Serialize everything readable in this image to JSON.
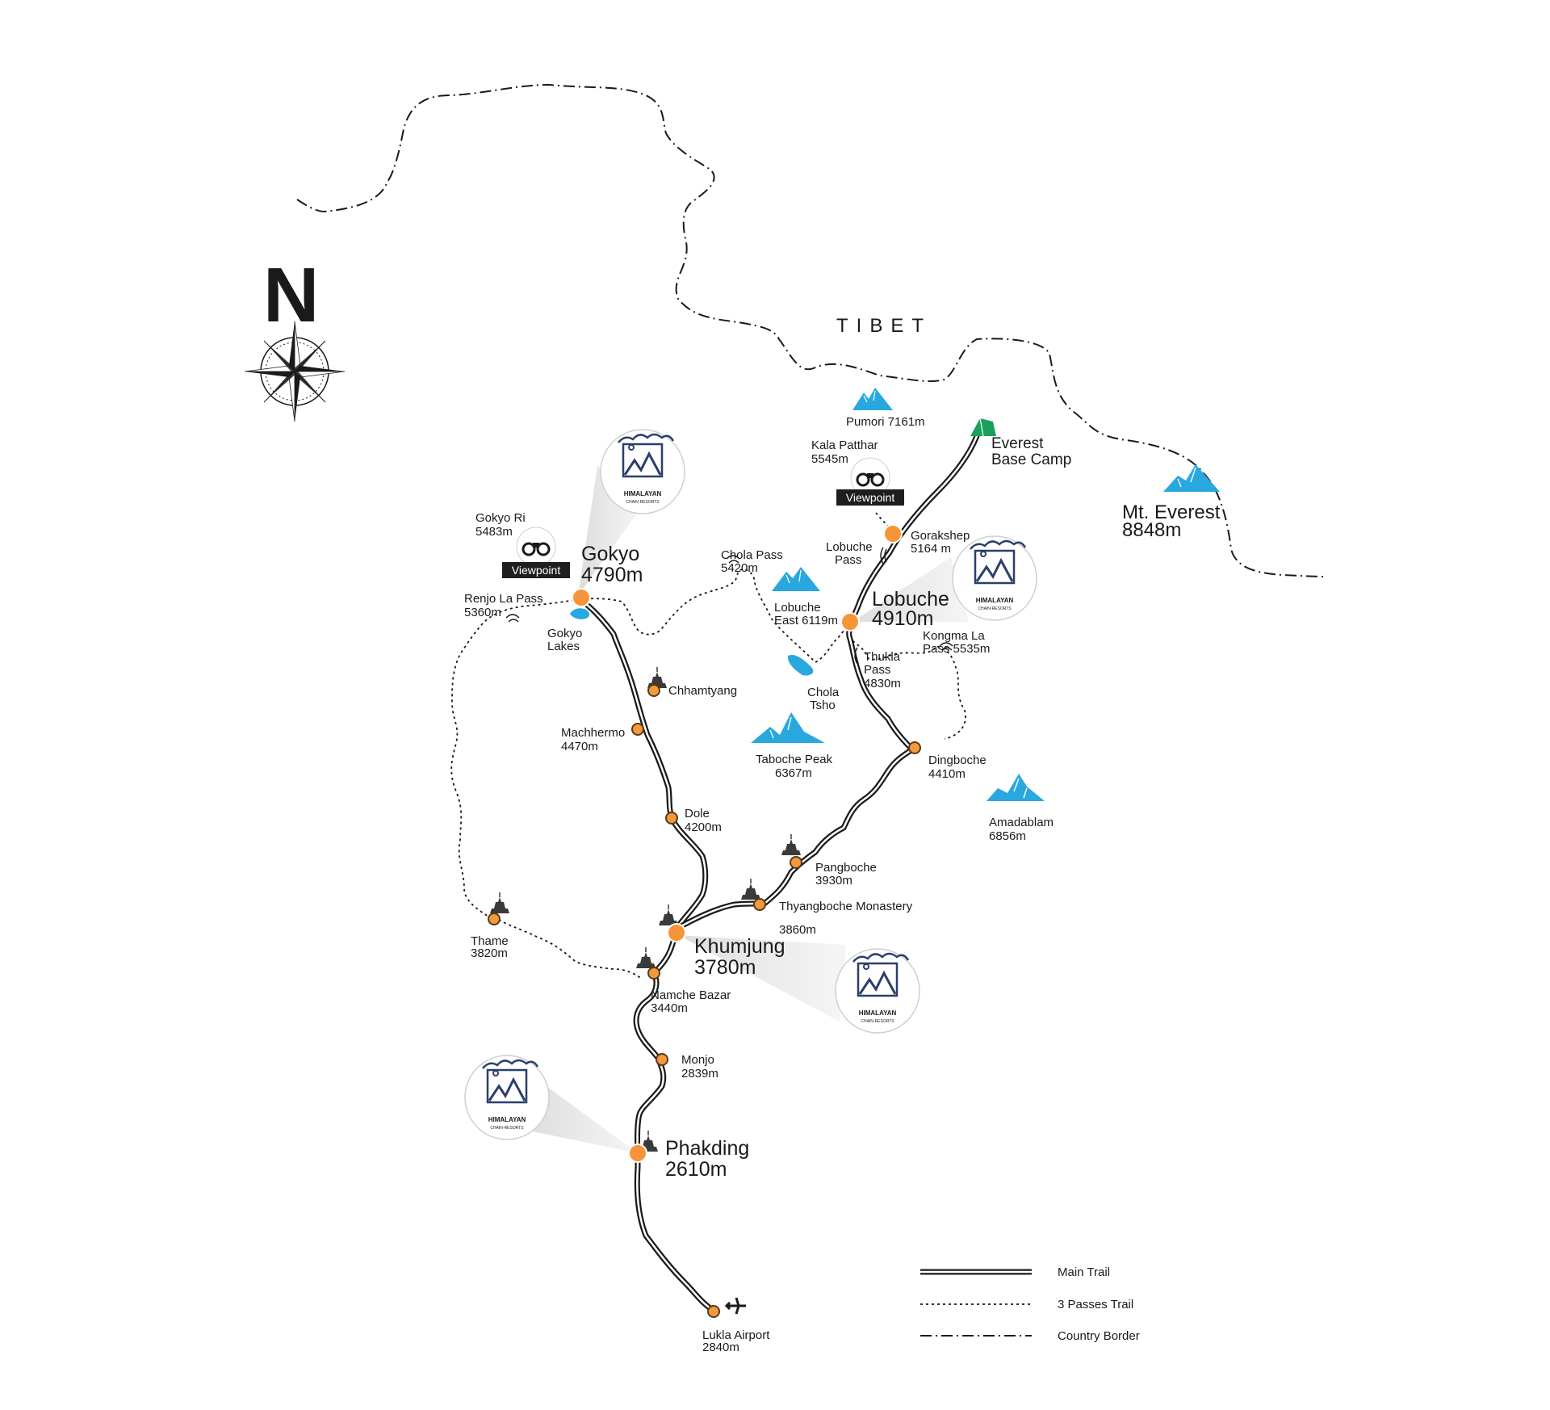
{
  "north_letter": "N",
  "region_label": "TIBET",
  "viewpoint_label": "Viewpoint",
  "logo_text": {
    "name": "HIMALAYAN",
    "tagline": "CHAIN·RESORTS"
  },
  "resort_stops": [
    {
      "name": "Gokyo",
      "elevation": "4790m"
    },
    {
      "name": "Lobuche",
      "elevation": "4910m"
    },
    {
      "name": "Khumjung",
      "elevation": "3780m"
    },
    {
      "name": "Phakding",
      "elevation": "2610m"
    }
  ],
  "stops": [
    {
      "name": "Machhermo",
      "elevation": "4470m"
    },
    {
      "name": "Dole",
      "elevation": "4200m"
    },
    {
      "name": "Chhamtyang",
      "elevation": ""
    },
    {
      "name": "Namche Bazar",
      "elevation": "3440m"
    },
    {
      "name": "Monjo",
      "elevation": "2839m"
    },
    {
      "name": "Lukla Airport",
      "elevation": "2840m"
    },
    {
      "name": "Thame",
      "elevation": "3820m"
    },
    {
      "name": "Thyangboche Monastery",
      "elevation": "3860m"
    },
    {
      "name": "Pangboche",
      "elevation": "3930m"
    },
    {
      "name": "Dingboche",
      "elevation": "4410m"
    },
    {
      "name": "Gorakshep",
      "elevation": "5164 m"
    }
  ],
  "everest_base_camp": {
    "line1": "Everest",
    "line2": "Base Camp"
  },
  "viewpoints": [
    {
      "name": "Gokyo Ri",
      "elevation": "5483m"
    },
    {
      "name": "Kala Patthar",
      "elevation": "5545m"
    }
  ],
  "passes": [
    {
      "name": "Renjo La Pass",
      "elevation": "5360m"
    },
    {
      "name": "Chola Pass",
      "elevation": "5420m"
    },
    {
      "name": "Lobuche",
      "name2": "Pass"
    },
    {
      "name": "Kongma La",
      "name2": "Pass 5535m"
    },
    {
      "name": "Thukla",
      "name2": "Pass",
      "elevation": "4830m"
    }
  ],
  "lakes": [
    {
      "line1": "Gokyo",
      "line2": "Lakes"
    },
    {
      "line1": "Chola",
      "line2": "Tsho"
    }
  ],
  "peaks": [
    {
      "name": "Pumori 7161m"
    },
    {
      "name": "Lobuche",
      "name2": "East 6119m"
    },
    {
      "name": "Taboche Peak",
      "elevation": "6367m"
    },
    {
      "name": "Amadablam",
      "elevation": "6856m"
    },
    {
      "name": "Mt. Everest",
      "elevation": "8848m"
    }
  ],
  "legend": [
    {
      "label": "Main Trail",
      "style": "double-solid"
    },
    {
      "label": "3 Passes Trail",
      "style": "dotted"
    },
    {
      "label": "Country Border",
      "style": "dash-dot"
    }
  ],
  "colors": {
    "stop_orange": "#f29a3c",
    "stop_outline": "#5a3a1a",
    "resort_orange": "#f7943a",
    "peak_blue": "#29a8e0",
    "base_camp_green": "#19a05a",
    "viewpoint_bg": "#1e1e1e",
    "logo_navy": "#2a3f6c"
  },
  "icons": {
    "compass": "compass-rose-icon",
    "viewpoint": "binoculars-icon",
    "monastery": "stupa-icon",
    "airport": "airplane-icon",
    "base_camp": "tent-icon",
    "peak": "mountain-icon",
    "lake": "lake-icon",
    "pass": "pass-arch-icon"
  }
}
